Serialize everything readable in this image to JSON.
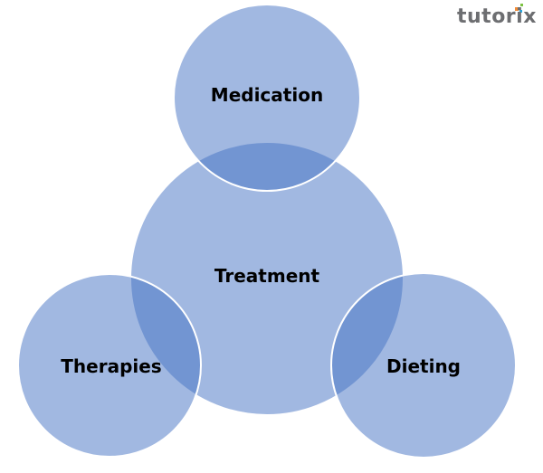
{
  "logo": {
    "text": "tutorix"
  },
  "diagram": {
    "fill_color": "#4472c4",
    "stroke_color": "#ffffff",
    "nodes": [
      {
        "id": "medication",
        "label": "Medication"
      },
      {
        "id": "treatment",
        "label": "Treatment"
      },
      {
        "id": "therapies",
        "label": "Therapies"
      },
      {
        "id": "dieting",
        "label": "Dieting"
      }
    ]
  }
}
